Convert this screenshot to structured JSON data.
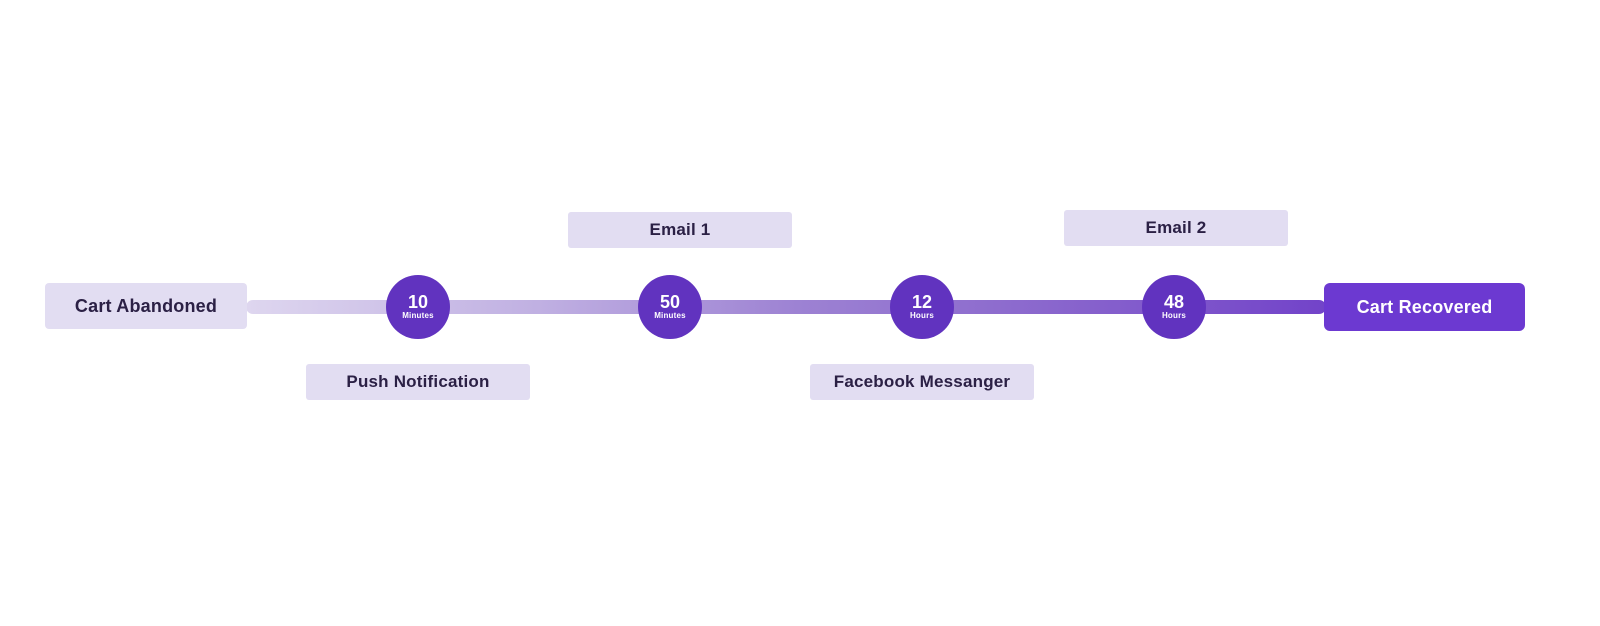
{
  "timeline": {
    "start_label": "Cart Abandoned",
    "end_label": "Cart Recovered",
    "milestones": [
      {
        "time_value": "10",
        "time_unit": "Minutes",
        "channel_label": "Push Notification",
        "label_position": "below"
      },
      {
        "time_value": "50",
        "time_unit": "Minutes",
        "channel_label": "Email 1",
        "label_position": "above"
      },
      {
        "time_value": "12",
        "time_unit": "Hours",
        "channel_label": "Facebook Messanger",
        "label_position": "below"
      },
      {
        "time_value": "48",
        "time_unit": "Hours",
        "channel_label": "Email 2",
        "label_position": "above"
      }
    ],
    "colors": {
      "node_fill": "#6133bf",
      "end_box_fill": "#6c39d1",
      "label_box_fill": "#e2ddf2",
      "label_text": "#2b2045",
      "line_gradient_start": "#ded6ef",
      "line_gradient_mid": "#9d82d3",
      "line_gradient_end": "#7243c9",
      "background": "#ffffff"
    }
  }
}
